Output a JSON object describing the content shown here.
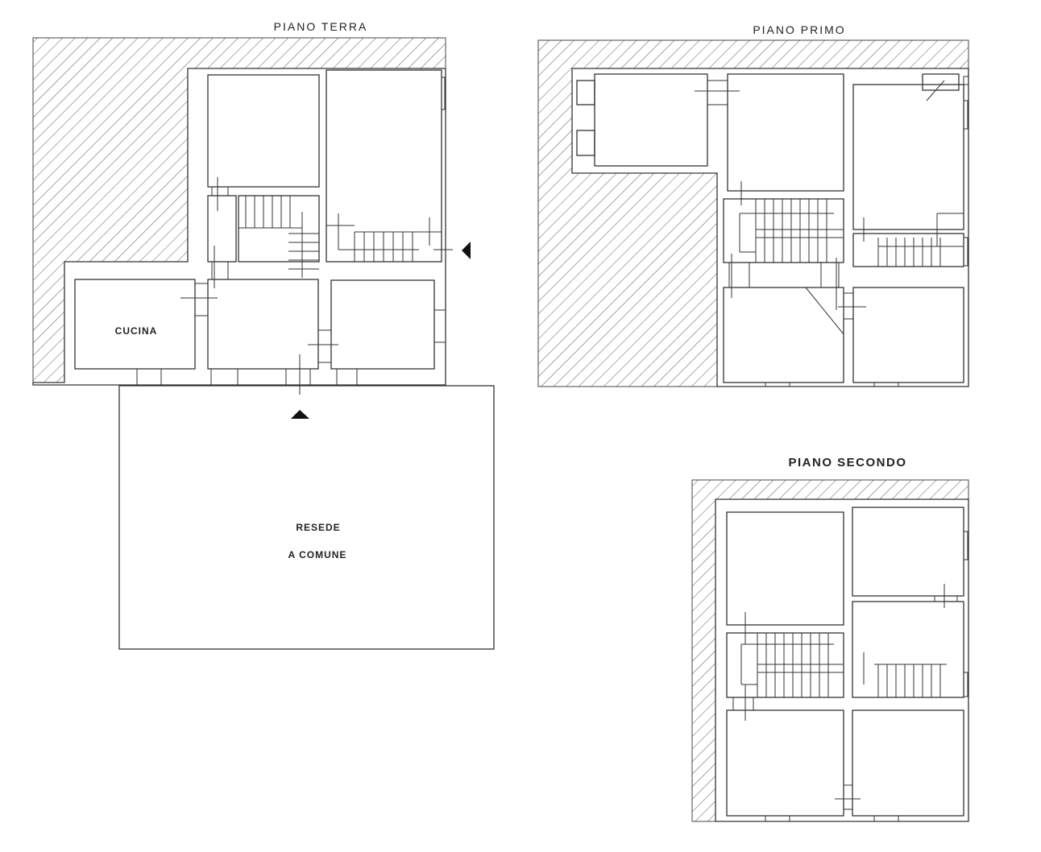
{
  "floors": {
    "ground": {
      "title": "PIANO TERRA",
      "kitchen_label": "CUCINA",
      "yard_label_1": "RESEDE",
      "yard_label_2": "A COMUNE"
    },
    "first": {
      "title": "PIANO PRIMO"
    },
    "second": {
      "title": "PIANO SECONDO"
    }
  },
  "colors": {
    "line": "#333333",
    "background": "#ffffff"
  }
}
